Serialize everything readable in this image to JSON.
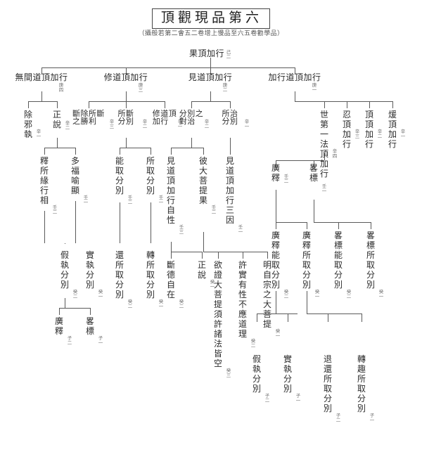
{
  "document": {
    "title": "頂觀現品第六",
    "subtitle": "（攝般若第二會五二卷增上慢品至六五卷勸學品）"
  },
  "tree": {
    "root": {
      "label": "果頂加行",
      "ann": "己二"
    },
    "level_geng": [
      {
        "label": "無間道頂加行",
        "ann": "庚四"
      },
      {
        "label": "修道頂加行",
        "ann": "庚三"
      },
      {
        "label": "見道頂加行",
        "ann": "庚二"
      },
      {
        "label": "加行道頂加行",
        "ann": "庚一"
      }
    ],
    "level_xin": [
      {
        "label": "除邪執",
        "ann": "辛一"
      },
      {
        "label": "正說",
        "ann": "辛二"
      },
      {
        "label": "斷除所斷之勝利",
        "ann": "辛三"
      },
      {
        "label": "所斷分別",
        "ann": "辛二"
      },
      {
        "label": "修道頂加行",
        "ann": "辛一"
      },
      {
        "label": "分別之對治",
        "ann": "辛二"
      },
      {
        "label": "所治分別",
        "ann": "辛一"
      },
      {
        "label": "世第一法頂加行",
        "ann": "辛四"
      },
      {
        "label": "忍頂加行",
        "ann": "辛三"
      },
      {
        "label": "頂頂加行",
        "ann": "辛二"
      },
      {
        "label": "煖頂加行",
        "ann": "辛一"
      }
    ],
    "level_ren": [
      {
        "label": "釋所緣行相",
        "ann": "壬二"
      },
      {
        "label": "多福喻顯",
        "ann": "壬一"
      },
      {
        "label": "能取分別",
        "ann": "壬二"
      },
      {
        "label": "所取分別",
        "ann": "壬一"
      },
      {
        "label": "見道頂加行自性",
        "ann": "壬三"
      },
      {
        "label": "彼大菩提果",
        "ann": "壬二"
      },
      {
        "label": "見道頂加行三因",
        "ann": "壬一"
      },
      {
        "label": "廣釋",
        "ann": "壬二"
      },
      {
        "label": "畧標",
        "ann": "壬一"
      }
    ],
    "level_gui": [
      {
        "label": "假執分別",
        "ann": "癸二"
      },
      {
        "label": "實執分別",
        "ann": "癸一"
      },
      {
        "label": "還所取分別",
        "ann": "癸二"
      },
      {
        "label": "轉所取分別",
        "ann": "癸一"
      },
      {
        "label": "斷德自在",
        "ann": "癸二"
      },
      {
        "label": "正說",
        "ann": "癸一"
      },
      {
        "label": "欲證大菩提須許諸法皆空",
        "ann": "癸三"
      },
      {
        "label": "許實有性不應道理",
        "ann": "癸二"
      },
      {
        "label": "明自宗之大菩提",
        "ann": "癸一"
      },
      {
        "label": "廣釋能取分別",
        "ann": "癸二"
      },
      {
        "label": "廣釋所取分別",
        "ann": "癸一"
      },
      {
        "label": "畧標能取分別",
        "ann": "癸二"
      },
      {
        "label": "畧標所取分別",
        "ann": "癸一"
      }
    ],
    "level_zi": [
      {
        "label": "廣釋",
        "ann": "子二"
      },
      {
        "label": "畧標",
        "ann": "子一"
      },
      {
        "label": "假執分別",
        "ann": "子二"
      },
      {
        "label": "實執分別",
        "ann": "子一"
      },
      {
        "label": "退還所取分別",
        "ann": "子二"
      },
      {
        "label": "轉趣所取分別",
        "ann": "子一"
      }
    ]
  }
}
